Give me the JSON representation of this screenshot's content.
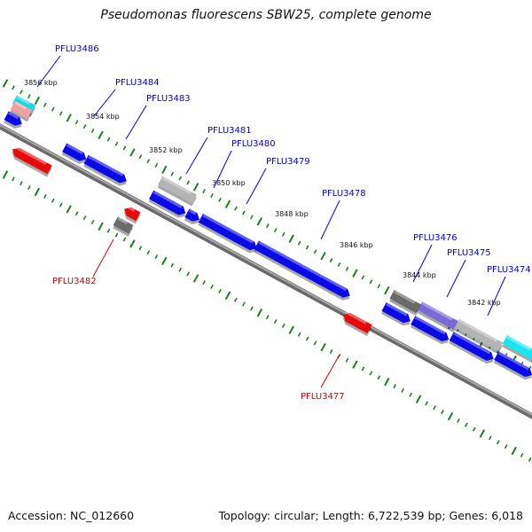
{
  "title": "Pseudomonas fluorescens SBW25, complete genome",
  "footer": {
    "accession": "Accession: NC_012660",
    "summary": "Topology: circular; Length: 6,722,539 bp; Genes: 6,018"
  },
  "colors": {
    "forward_gene": "#0a0ae6",
    "reverse_gene": "#e60a0a",
    "pseudo_gene": "#b4b4b4",
    "tick": "#1a7f1a",
    "label_forward": "#0000cc",
    "label_reverse": "#cc0000",
    "backbone": "#808080"
  },
  "kbp_labels": [
    "3856 kbp",
    "3854 kbp",
    "3852 kbp",
    "3850 kbp",
    "3848 kbp",
    "3846 kbp",
    "3844 kbp",
    "3842 kbp"
  ],
  "gene_labels": [
    {
      "name": "PFLU3486",
      "strand": "forward"
    },
    {
      "name": "PFLU3484",
      "strand": "forward"
    },
    {
      "name": "PFLU3483",
      "strand": "forward"
    },
    {
      "name": "PFLU3481",
      "strand": "forward"
    },
    {
      "name": "PFLU3480",
      "strand": "forward"
    },
    {
      "name": "PFLU3479",
      "strand": "forward"
    },
    {
      "name": "PFLU3478",
      "strand": "forward"
    },
    {
      "name": "PFLU3476",
      "strand": "forward"
    },
    {
      "name": "PFLU3475",
      "strand": "forward"
    },
    {
      "name": "PFLU3474",
      "strand": "forward"
    },
    {
      "name": "PFLU3482",
      "strand": "reverse"
    },
    {
      "name": "PFLU3477",
      "strand": "reverse"
    }
  ]
}
